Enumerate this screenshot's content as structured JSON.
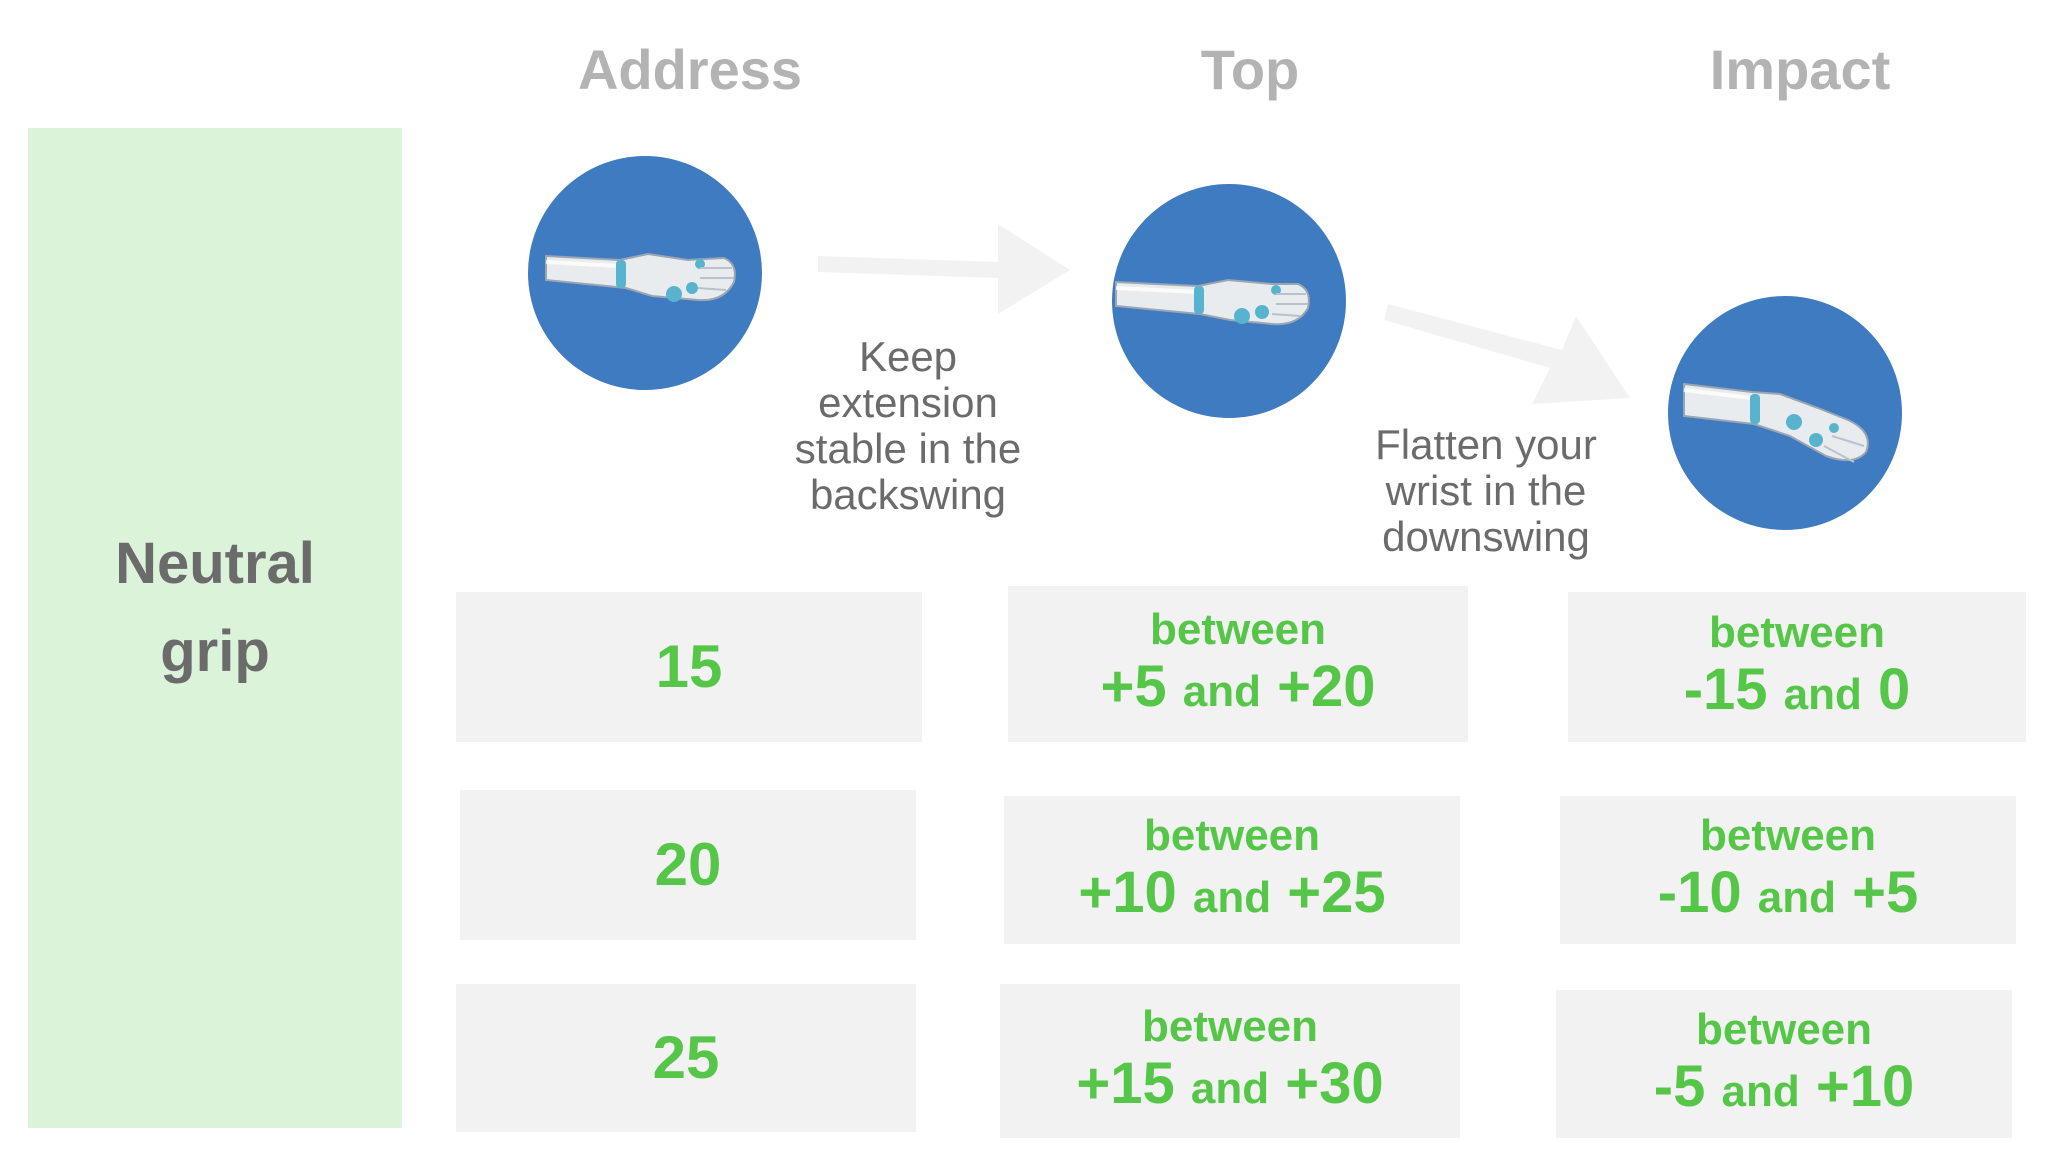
{
  "headers": [
    "Address",
    "Top",
    "Impact"
  ],
  "grip": {
    "line1": "Neutral",
    "line2": "grip"
  },
  "captions": {
    "backswing": [
      "Keep",
      "extension",
      "stable in the",
      "backswing"
    ],
    "downswing": [
      "Flatten your",
      "wrist in the",
      "downswing"
    ]
  },
  "rows": [
    {
      "address": "15",
      "top": {
        "word": "between",
        "low": "+5",
        "and": "and",
        "high": "+20"
      },
      "impact": {
        "word": "between",
        "low": "-15",
        "and": "and",
        "high": "0"
      }
    },
    {
      "address": "20",
      "top": {
        "word": "between",
        "low": "+10",
        "and": "and",
        "high": "+25"
      },
      "impact": {
        "word": "between",
        "low": "-10",
        "and": "and",
        "high": "+5"
      }
    },
    {
      "address": "25",
      "top": {
        "word": "between",
        "low": "+15",
        "and": "and",
        "high": "+30"
      },
      "impact": {
        "word": "between",
        "low": "-5",
        "and": "and",
        "high": "+10"
      }
    }
  ],
  "colors": {
    "panel": "#dbf3d8",
    "circle": "#3f7bc1",
    "value_text": "#55c648",
    "header_text": "#b3b3b3",
    "cell_bg": "#f2f2f2"
  },
  "icons": [
    "hand-wrist-icon",
    "arrow-right-icon",
    "arrow-down-right-icon"
  ]
}
